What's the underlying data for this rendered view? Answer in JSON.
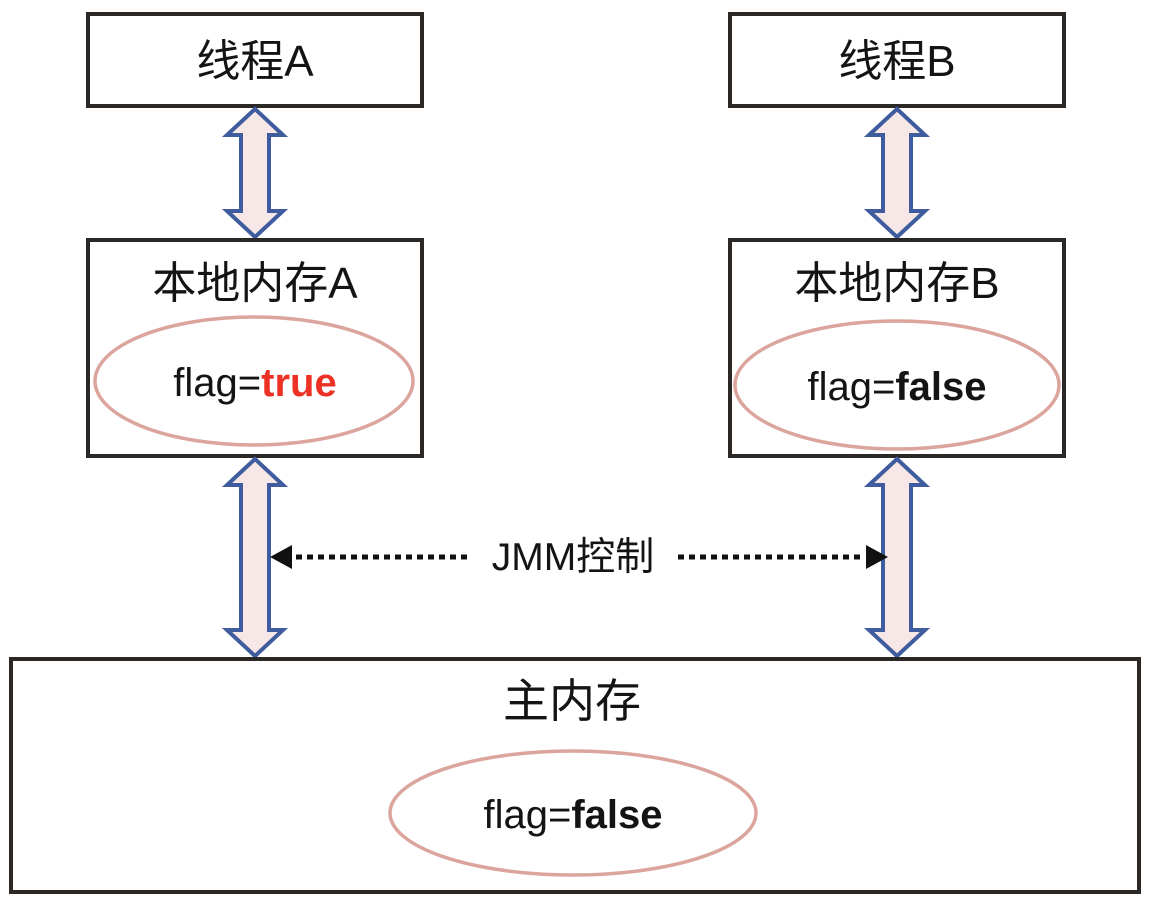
{
  "diagram": {
    "nodes": {
      "thread_a": {
        "label": "线程A"
      },
      "thread_b": {
        "label": "线程B"
      },
      "local_memory_a": {
        "label": "本地内存A",
        "flag_prefix": "flag=",
        "flag_value": "true"
      },
      "local_memory_b": {
        "label": "本地内存B",
        "flag_prefix": "flag=",
        "flag_value": "false"
      },
      "main_memory": {
        "label": "主内存",
        "flag_prefix": "flag=",
        "flag_value": "false"
      }
    },
    "jmm_control": {
      "label": "JMM控制"
    },
    "colors": {
      "box_border": "#2b2825",
      "arrow_fill": "#f7e7e7",
      "arrow_stroke": "#3e5c9e",
      "ellipse_stroke": "#dba49c",
      "flag_true_color": "#ed3124",
      "text_color": "#141414",
      "dotted_arrow_color": "#111111"
    }
  }
}
